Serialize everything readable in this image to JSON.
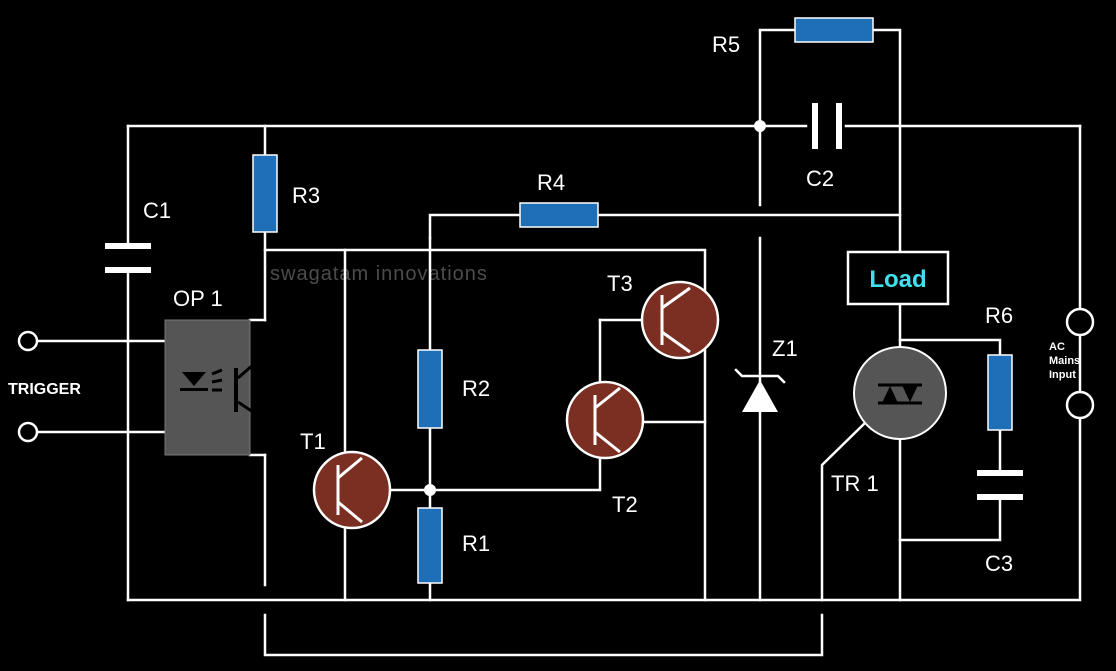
{
  "watermark": "swagatam innovations",
  "labels": {
    "R1": "R1",
    "R2": "R2",
    "R3": "R3",
    "R4": "R4",
    "R5": "R5",
    "R6": "R6",
    "C1": "C1",
    "C2": "C2",
    "C3": "C3",
    "T1": "T1",
    "T2": "T2",
    "T3": "T3",
    "Z1": "Z1",
    "OP1": "OP 1",
    "TR1": "TR 1",
    "trigger": "TRIGGER",
    "load": "Load",
    "ac_line1": "AC",
    "ac_line2": "Mains",
    "ac_line3": "Input"
  },
  "colors": {
    "background": "#000000",
    "wire": "#ffffff",
    "resistor": "#1f6fb8",
    "transistor": "#7a2f22",
    "load_text": "#40e0f0",
    "optocoupler": "#555555"
  }
}
